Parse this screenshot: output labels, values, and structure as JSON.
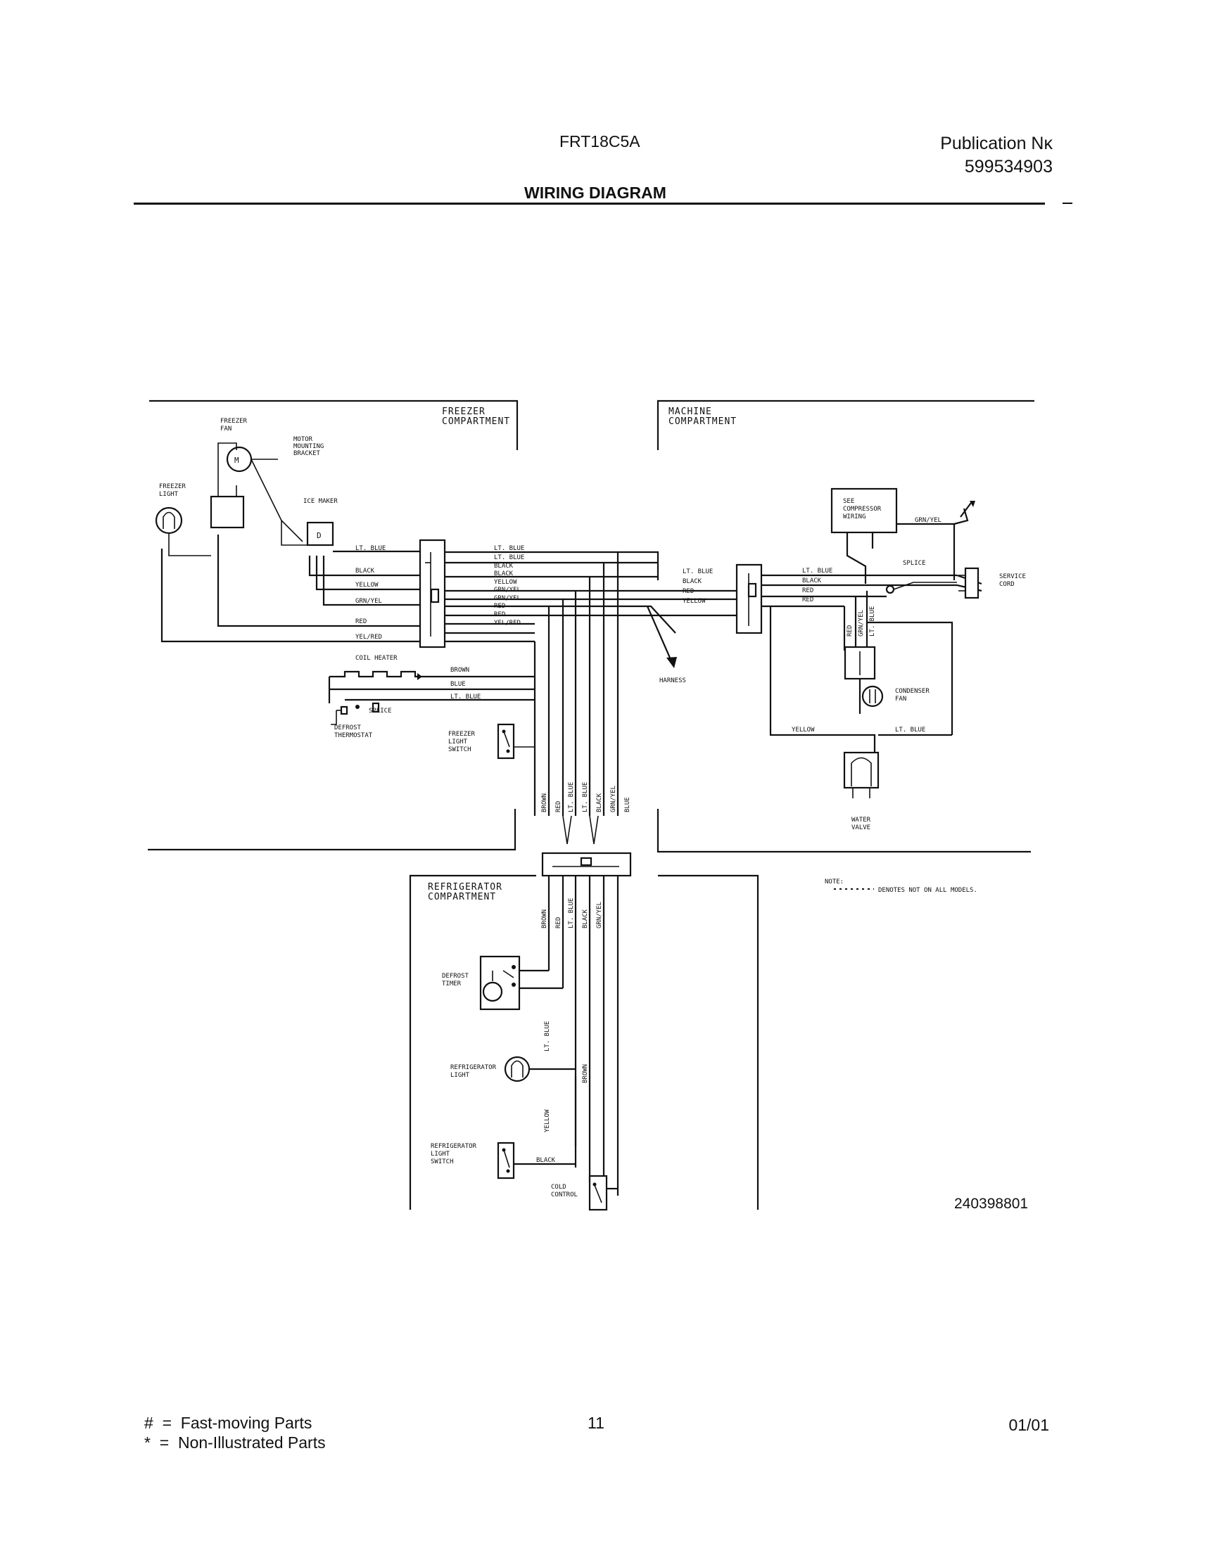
{
  "header": {
    "model": "FRT18C5A",
    "publication_label": "Publication Nĸ",
    "publication_number": "599534903",
    "title": "WIRING DIAGRAM"
  },
  "diagram": {
    "compartments": {
      "freezer": [
        "FREEZER",
        "COMPARTMENT"
      ],
      "machine": [
        "MACHINE",
        "COMPARTMENT"
      ],
      "refrigerator": [
        "REFRIGERATOR",
        "COMPARTMENT"
      ]
    },
    "components": {
      "freezer_fan": [
        "FREEZER",
        "FAN"
      ],
      "motor_bracket": [
        "MOTOR",
        "MOUNTING",
        "BRACKET"
      ],
      "freezer_light": [
        "FREEZER",
        "LIGHT"
      ],
      "ice_maker": "ICE MAKER",
      "compressor": [
        "SEE",
        "COMPRESSOR",
        "WIRING"
      ],
      "service_cord": [
        "SERVICE",
        "CORD"
      ],
      "splice_machine": "SPLICE",
      "condenser_fan": [
        "CONDENSER",
        "FAN"
      ],
      "water_valve": [
        "WATER",
        "VALVE"
      ],
      "coil_heater": "COIL HEATER",
      "splice_freezer": "SPLICE",
      "defrost_thermostat": [
        "DEFROST",
        "THERMOSTAT"
      ],
      "freezer_light_switch": [
        "FREEZER",
        "LIGHT",
        "SWITCH"
      ],
      "harness": "HARNESS",
      "defrost_timer": [
        "DEFROST",
        "TIMER"
      ],
      "refrigerator_light": [
        "REFRIGERATOR",
        "LIGHT"
      ],
      "refrigerator_light_switch": [
        "REFRIGERATOR",
        "LIGHT",
        "SWITCH"
      ],
      "cold_control": [
        "COLD",
        "CONTROL"
      ]
    },
    "wires": {
      "ice_maker_side": [
        "LT. BLUE",
        "BLACK",
        "YELLOW",
        "GRN/YEL",
        "RED",
        "YEL/RED"
      ],
      "connector_right": [
        "LT. BLUE",
        "LT. BLUE",
        "BLACK",
        "BLACK",
        "YELLOW",
        "GRN/YEL",
        "GRN/YEL",
        "RED",
        "RED",
        "YEL/RED"
      ],
      "machine_left": [
        "LT. BLUE",
        "BLACK",
        "RED",
        "YELLOW"
      ],
      "machine_right": [
        "LT. BLUE",
        "BLACK",
        "RED",
        "RED"
      ],
      "compressor_ground": "GRN/YEL",
      "machine_vertical": [
        "RED",
        "GRN/YEL",
        "LT. BLUE"
      ],
      "machine_bottom": [
        "YELLOW",
        "LT. BLUE"
      ],
      "heater": [
        "BROWN",
        "BLUE",
        "LT. BLUE"
      ],
      "freezer_vertical": [
        "BROWN",
        "RED",
        "LT. BLUE",
        "LT. BLUE",
        "BLACK",
        "GRN/YEL",
        "BLUE"
      ],
      "refrigerator_vertical": [
        "BROWN",
        "RED",
        "LT. BLUE",
        "BLACK",
        "GRN/YEL"
      ],
      "refrigerator_lower": [
        "LT. BLUE",
        "BROWN",
        "YELLOW",
        "BLACK"
      ]
    },
    "note_label": "NOTE:",
    "note_text": "DENOTES NOT ON ALL MODELS."
  },
  "diagram_code": "240398801",
  "footer": {
    "legend": [
      {
        "symbol": "#",
        "eq": "=",
        "text": "Fast-moving Parts"
      },
      {
        "symbol": "*",
        "eq": "=",
        "text": "Non-Illustrated Parts"
      }
    ],
    "page_number": "11",
    "date": "01/01"
  }
}
